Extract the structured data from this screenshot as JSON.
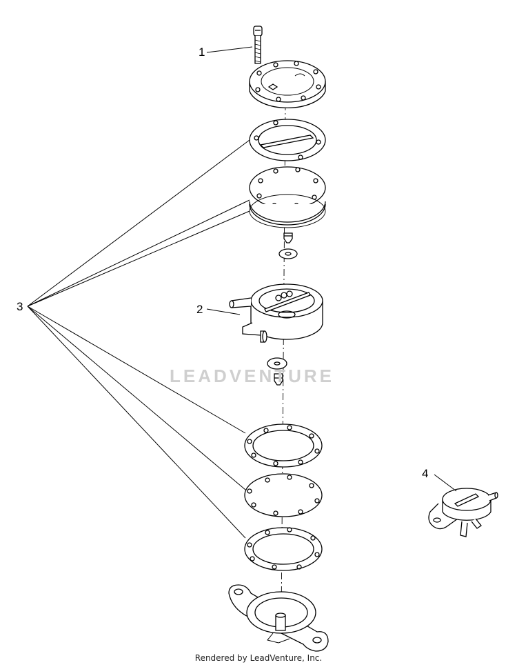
{
  "callouts": {
    "c1": "1",
    "c2": "2",
    "c3": "3",
    "c4": "4"
  },
  "watermark": "LEADVENTURE",
  "footer": "Rendered by LeadVenture, Inc.",
  "colors": {
    "line": "#000000",
    "watermark": "#cfcfcf",
    "background": "#ffffff"
  }
}
